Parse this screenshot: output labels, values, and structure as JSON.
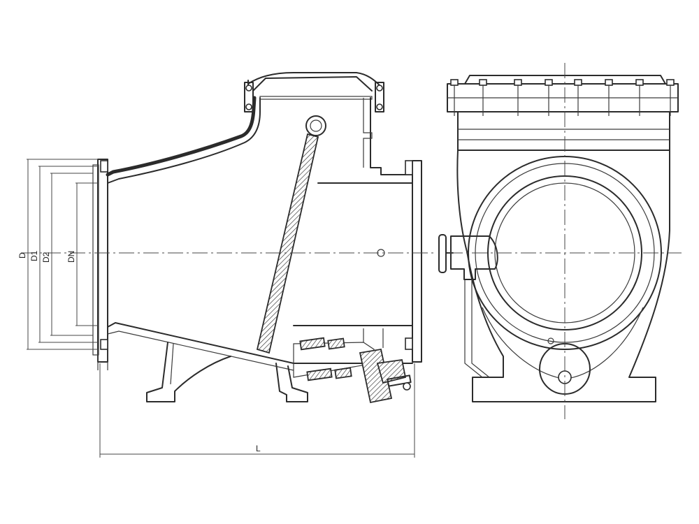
{
  "figure": {
    "dimension_labels": {
      "outer_diameter": "D",
      "bolt_circle_diameter": "D1",
      "raised_face_diameter": "D2",
      "nominal_diameter": "DN",
      "length": "L"
    }
  }
}
